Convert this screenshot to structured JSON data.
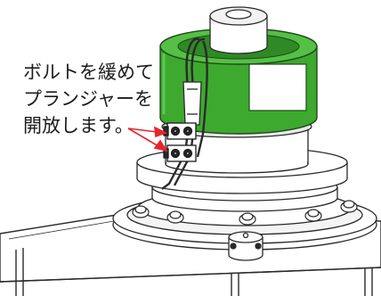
{
  "figure": {
    "instruction_lines": [
      "ボルトを緩めて",
      "プランジャーを",
      "開放します。"
    ],
    "colors": {
      "drum_green": "#3da92f",
      "callout_red": "#e8242c",
      "line_art": "#2a2a2a",
      "panel_white": "#ffffff"
    }
  }
}
